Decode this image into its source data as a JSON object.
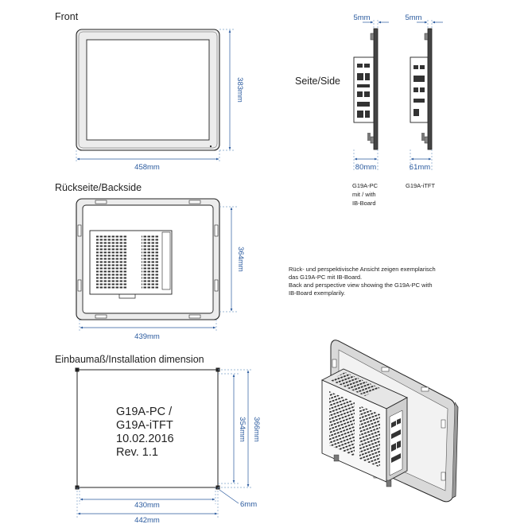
{
  "colors": {
    "dimension": "#2a5a9e",
    "outline": "#222222",
    "bezel": "#e9e9e9"
  },
  "views": {
    "front": {
      "title": "Front",
      "dim_width": "458mm",
      "dim_height": "383mm"
    },
    "side": {
      "title": "Seite/Side",
      "pc": {
        "dim_depth_top": "5mm",
        "dim_depth": "80mm",
        "caption": [
          "G19A-PC",
          "mit / with",
          "IB-Board"
        ]
      },
      "tft": {
        "dim_depth_top": "5mm",
        "dim_depth": "61mm",
        "caption": [
          "G19A-iTFT"
        ]
      }
    },
    "back": {
      "title": "Rückseite/Backside",
      "dim_width": "439mm",
      "dim_height": "364mm"
    },
    "note": {
      "lines": [
        "Rück- und perspektivische Ansicht zeigen exemplarisch",
        "das G19A-PC mit IB-Board.",
        "Back and perspective view showing the G19A-PC with",
        "IB-Board exemplarily."
      ]
    },
    "cutout": {
      "title": "Einbaumaß/Installation dimension",
      "stamp": [
        "G19A-PC /",
        "G19A-iTFT",
        "10.02.2016",
        "Rev. 1.1"
      ],
      "dim_inner_width": "430mm",
      "dim_outer_width": "442mm",
      "dim_inner_height": "354mm",
      "dim_outer_height": "366mm",
      "dim_offset": "6mm"
    }
  }
}
